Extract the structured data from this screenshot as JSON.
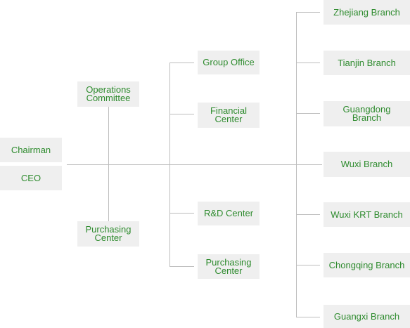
{
  "left": {
    "chairman": "Chairman",
    "ceo": "CEO",
    "operations_committee": "Operations\nCommittee",
    "purchasing_center": "Purchasing\nCenter"
  },
  "middle": {
    "group_office": "Group Office",
    "financial_center": "Financial\nCenter",
    "rd_center": "R&D Center",
    "purchasing_center": "Purchasing\nCenter"
  },
  "branches": [
    "Zhejiang Branch",
    "Tianjin Branch",
    "Guangdong\nBranch",
    "Wuxi Branch",
    "Wuxi  KRT Branch",
    "Chongqing Branch",
    "Guangxi Branch"
  ],
  "colors": {
    "text": "#2e8b2e",
    "box": "#efefef",
    "line": "#bdbdbd"
  }
}
